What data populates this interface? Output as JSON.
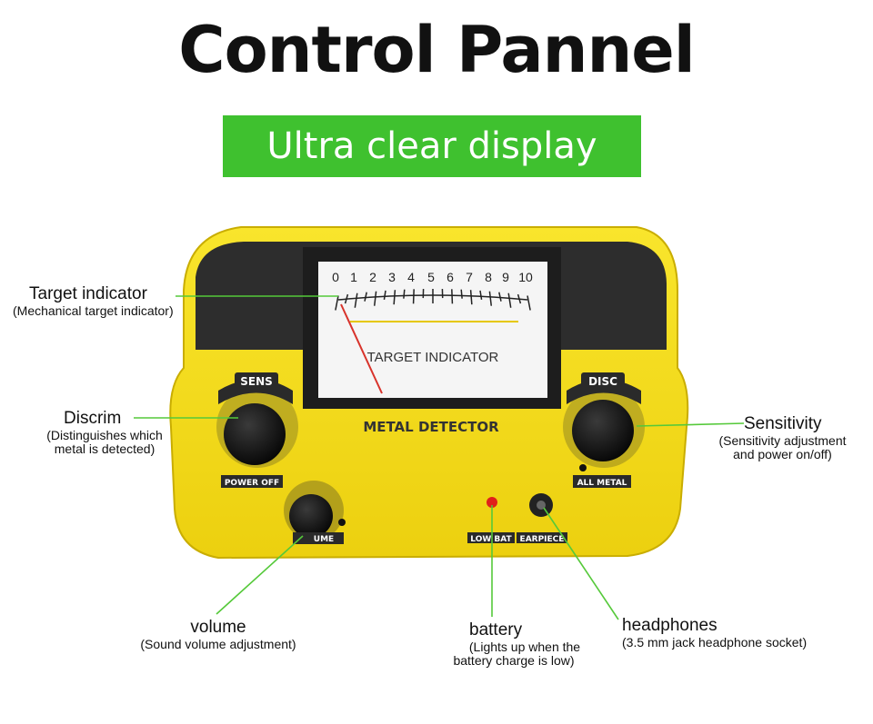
{
  "title": "Control Pannel",
  "banner": "Ultra clear display",
  "colors": {
    "accent": "#3fc12f",
    "body": "#f5dc1a",
    "leader": "#55c93a"
  },
  "device": {
    "scale": [
      "0",
      "1",
      "2",
      "3",
      "4",
      "5",
      "6",
      "7",
      "8",
      "9",
      "10"
    ],
    "meter_label": "TARGET INDICATOR",
    "brand": "METAL DETECTOR",
    "knob_sens": "SENS",
    "knob_sens_bottom": "POWER OFF",
    "knob_disc": "DISC",
    "knob_disc_bottom": "ALL METAL",
    "knob_volume_bottom": "UME",
    "low_bat": "LOW BAT",
    "earpiece": "EARPIECE"
  },
  "callouts": {
    "target": {
      "title": "Target indicator",
      "desc": "(Mechanical target indicator)"
    },
    "discrim": {
      "title": "Discrim",
      "desc1": "(Distinguishes which",
      "desc2": "metal is detected)"
    },
    "sensitivity": {
      "title": "Sensitivity",
      "desc1": "(Sensitivity adjustment",
      "desc2": "and power on/off)"
    },
    "volume": {
      "title": "volume",
      "desc": "(Sound volume adjustment)"
    },
    "battery": {
      "title": "battery",
      "desc1": "(Lights up when the",
      "desc2": "battery charge is low)"
    },
    "headphones": {
      "title": "headphones",
      "desc": "(3.5 mm jack headphone socket)"
    }
  }
}
